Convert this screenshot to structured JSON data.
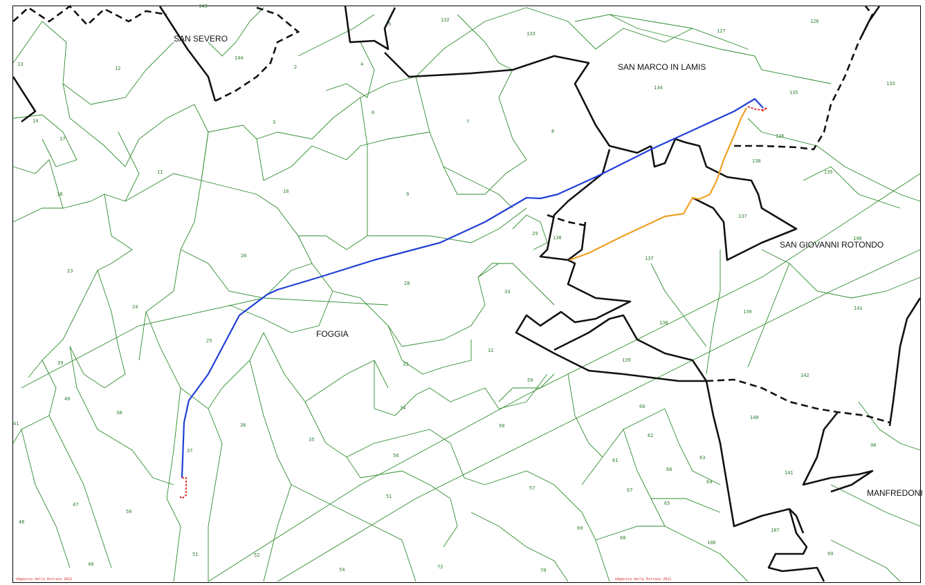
{
  "municipalities": [
    {
      "id": "san-severo",
      "label": "SAN SEVERO"
    },
    {
      "id": "san-marco-in-lamis",
      "label": "SAN MARCO IN LAMIS"
    },
    {
      "id": "san-giovanni-rotondo",
      "label": "SAN GIOVANNI ROTONDO"
    },
    {
      "id": "foggia",
      "label": "FOGGIA"
    },
    {
      "id": "manfredonia",
      "label": "MANFREDONI"
    }
  ],
  "sheets": [
    "143",
    "5",
    "132",
    "133",
    "127",
    "126",
    "13",
    "12",
    "144",
    "2",
    "4",
    "134",
    "135",
    "133",
    "14",
    "3",
    "6",
    "7",
    "8",
    "136",
    "17",
    "11",
    "10",
    "9",
    "130",
    "135",
    "18",
    "29",
    "138",
    "137",
    "140",
    "23",
    "26",
    "28",
    "137",
    "24",
    "33",
    "138",
    "139",
    "141",
    "25",
    "32",
    "139",
    "142",
    "39",
    "40",
    "38",
    "33",
    "59",
    "34",
    "60",
    "41",
    "36",
    "35",
    "50",
    "62",
    "37",
    "56",
    "61",
    "63",
    "140",
    "98",
    "66",
    "47",
    "50",
    "51",
    "57",
    "67",
    "65",
    "64",
    "141",
    "46",
    "69",
    "68",
    "106",
    "107",
    "51",
    "52",
    "54",
    "72",
    "70",
    "99",
    "48"
  ],
  "credits": [
    "©Agenzia delle Entrate 2021",
    "©Agenzia delle Entrate 2021"
  ],
  "colors": {
    "parcel": "#2e8b2e",
    "boundary": "#111111",
    "route_main": "#1f3fd6",
    "route_branch": "#f0a020",
    "route_connection": "#e02020"
  }
}
